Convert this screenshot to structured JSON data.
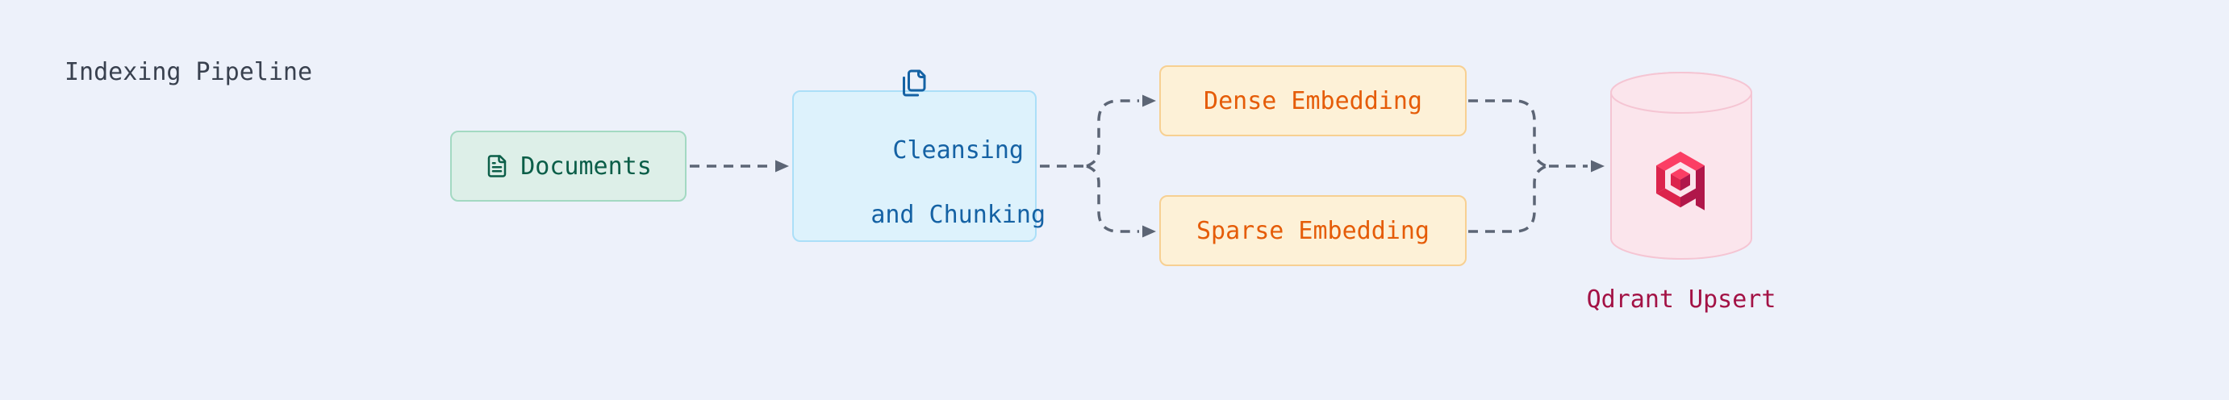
{
  "title": "Indexing Pipeline",
  "nodes": {
    "documents": {
      "label": "Documents",
      "icon": "file-text-icon",
      "fill": "#ddefe8",
      "border": "#a3d9c2",
      "text_color": "#0b5e48"
    },
    "cleansing": {
      "label_line1": "Cleansing",
      "label_line2": "and Chunking",
      "icon": "copy-files-icon",
      "fill": "#ddf2fc",
      "border": "#abdff8",
      "text_color": "#1562a4"
    },
    "dense": {
      "label": "Dense Embedding",
      "fill": "#fdf1d7",
      "border": "#f7d092",
      "text_color": "#e55c08"
    },
    "sparse": {
      "label": "Sparse Embedding",
      "fill": "#fdf1d7",
      "border": "#f7d092",
      "text_color": "#e55c08"
    },
    "qdrant": {
      "label": "Qdrant Upsert",
      "shape": "database-cylinder",
      "icon": "qdrant-logo-icon",
      "fill": "#fbe5ec",
      "border": "#f5c5d3",
      "text_color": "#a31245",
      "logo_colors": {
        "bright": "#fb3e64",
        "mid": "#dc244c",
        "dark": "#b0174a"
      }
    }
  },
  "edges": [
    {
      "from": "documents",
      "to": "cleansing",
      "style": "dashed-arrow"
    },
    {
      "from": "cleansing",
      "to": "dense",
      "style": "dashed-arrow"
    },
    {
      "from": "cleansing",
      "to": "sparse",
      "style": "dashed-arrow"
    },
    {
      "from": "dense",
      "to": "qdrant",
      "style": "dashed-arrow"
    },
    {
      "from": "sparse",
      "to": "qdrant",
      "style": "dashed-arrow"
    }
  ],
  "colors": {
    "background": "#edf1fa",
    "connector": "#5c6575",
    "title": "#39414f"
  }
}
